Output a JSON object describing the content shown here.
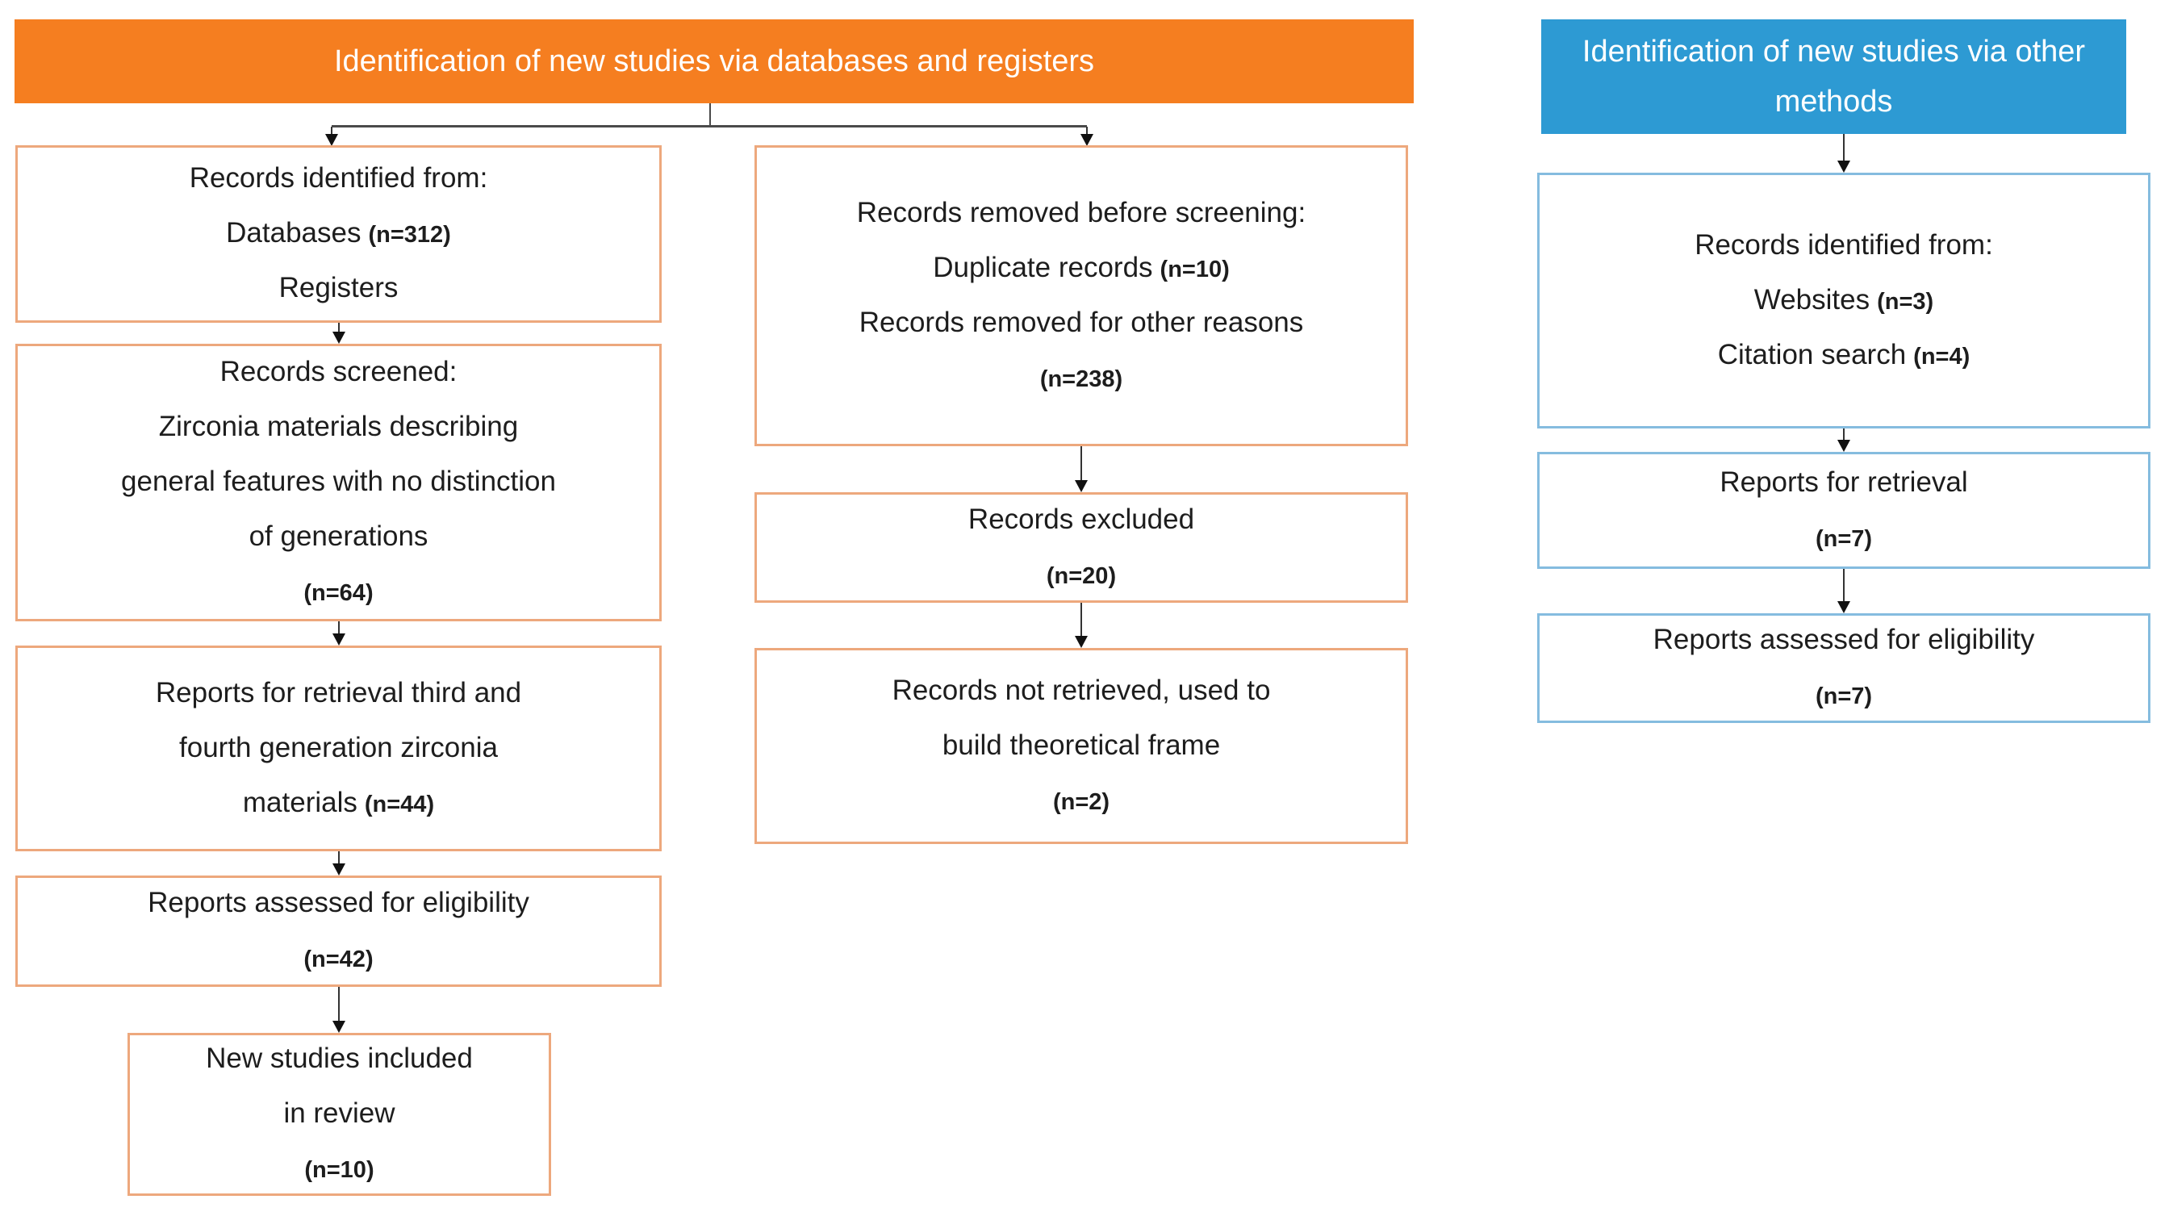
{
  "diagram_type": "PRISMA flow diagram",
  "colors": {
    "databases_header_bg": "#F57E20",
    "databases_box_border": "#EDA87D",
    "other_methods_header_bg": "#2D9AD3",
    "other_methods_box_border": "#85BCDF",
    "header_text": "#FFFFFF",
    "body_text": "#1D1D1D",
    "connector_line": "#4A4A4A",
    "arrow": "#111111"
  },
  "headers": {
    "databases": {
      "label": "Identification of new studies via databases and registers"
    },
    "other_methods": {
      "label": "Identification of new studies via other methods"
    }
  },
  "boxes": {
    "L1": {
      "lines": [
        {
          "t": "Records identified from:"
        },
        {
          "t": "Databases",
          "n": "(n=312)"
        },
        {
          "t": "Registers"
        }
      ]
    },
    "L2": {
      "lines": [
        {
          "t": "Records screened:"
        },
        {
          "t": "Zirconia materials describing"
        },
        {
          "t": "general features with no distinction"
        },
        {
          "t": "of generations"
        },
        {
          "n": "(n=64)"
        }
      ]
    },
    "L3": {
      "lines": [
        {
          "t": "Reports for retrieval third and"
        },
        {
          "t": "fourth generation zirconia"
        },
        {
          "t": "materials",
          "n": "(n=44)"
        }
      ]
    },
    "L4": {
      "lines": [
        {
          "t": "Reports assessed for eligibility"
        },
        {
          "n": "(n=42)"
        }
      ]
    },
    "L5": {
      "lines": [
        {
          "t": "New studies included"
        },
        {
          "t": "in review"
        },
        {
          "n": "(n=10)"
        }
      ]
    },
    "M1": {
      "lines": [
        {
          "t": "Records removed before screening:"
        },
        {
          "t": "Duplicate records",
          "n": "(n=10)"
        },
        {
          "t": "Records removed for other reasons"
        },
        {
          "n": "(n=238)"
        }
      ]
    },
    "M2": {
      "lines": [
        {
          "t": "Records excluded"
        },
        {
          "n": "(n=20)"
        }
      ]
    },
    "M3": {
      "lines": [
        {
          "t": "Records not retrieved, used to"
        },
        {
          "t": "build theoretical frame"
        },
        {
          "n": "(n=2)"
        }
      ]
    },
    "R1": {
      "lines": [
        {
          "t": "Records identified from:"
        },
        {
          "t": "Websites",
          "n": "(n=3)"
        },
        {
          "t": "Citation search",
          "n": "(n=4)"
        }
      ]
    },
    "R2": {
      "lines": [
        {
          "t": "Reports for retrieval"
        },
        {
          "n": "(n=7)"
        }
      ]
    },
    "R3": {
      "lines": [
        {
          "t": "Reports assessed for eligibility"
        },
        {
          "n": "(n=7)"
        }
      ]
    }
  },
  "counts": {
    "databases": 312,
    "duplicate_records_removed": 10,
    "removed_other_reasons": 238,
    "records_screened": 64,
    "records_excluded": 20,
    "reports_for_retrieval_generations": 44,
    "records_not_retrieved": 2,
    "reports_assessed": 42,
    "new_studies_included": 10,
    "websites": 3,
    "citation_search": 4,
    "other_reports_for_retrieval": 7,
    "other_reports_assessed": 7
  }
}
